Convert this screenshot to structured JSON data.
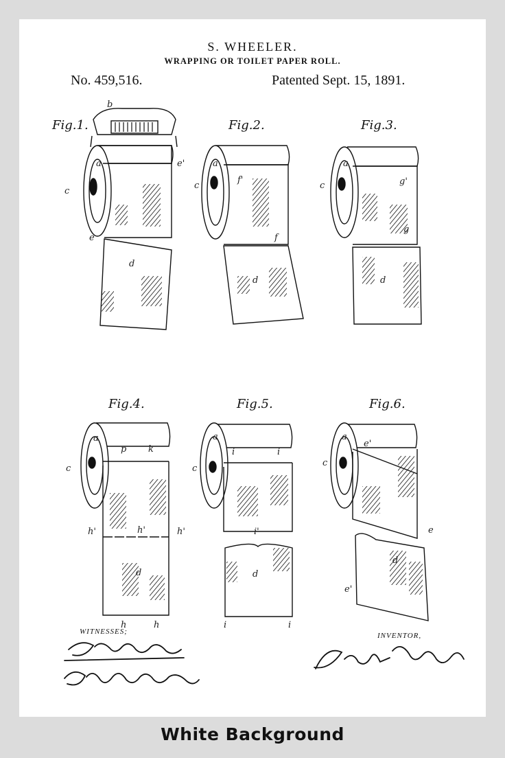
{
  "patent": {
    "inventor_name": "S. WHEELER.",
    "title": "WRAPPING OR TOILET PAPER ROLL.",
    "number": "No. 459,516.",
    "date": "Patented Sept. 15, 1891."
  },
  "figures": [
    {
      "label": "Fig.1.",
      "letters": [
        "b",
        "a",
        "c",
        "e'",
        "e",
        "d"
      ]
    },
    {
      "label": "Fig.2.",
      "letters": [
        "a",
        "c",
        "f'",
        "f",
        "d"
      ]
    },
    {
      "label": "Fig.3.",
      "letters": [
        "a",
        "c",
        "g'",
        "g",
        "d"
      ]
    },
    {
      "label": "Fig.4.",
      "letters": [
        "a",
        "p",
        "k",
        "c",
        "h'",
        "h'",
        "h'",
        "d",
        "h",
        "h"
      ]
    },
    {
      "label": "Fig.5.",
      "letters": [
        "a",
        "i",
        "i",
        "c",
        "i'",
        "d",
        "i",
        "i"
      ]
    },
    {
      "label": "Fig.6.",
      "letters": [
        "a",
        "e'",
        "c",
        "e",
        "d",
        "e'"
      ]
    }
  ],
  "witnesses_label": "WITNESSES;",
  "inventor_label": "INVENTOR,",
  "signature_text": "Seth Wheeler",
  "caption": "White Background",
  "colors": {
    "outer": "#dcdcdc",
    "sheet": "#ffffff",
    "ink": "#111111"
  }
}
